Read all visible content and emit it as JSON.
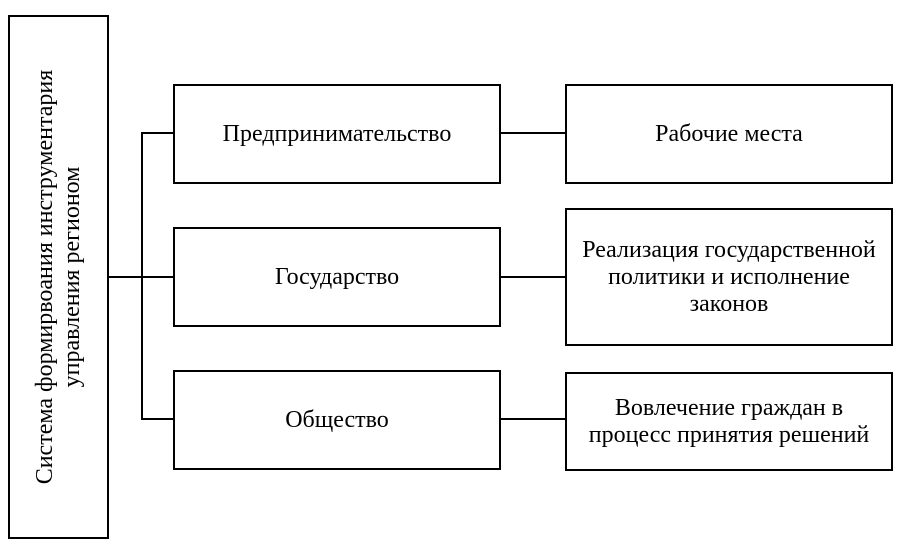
{
  "root": "Система формирвоания инструментария управления регионом",
  "actors": [
    {
      "label": "Предпринимательство",
      "outcome": "Рабочие места"
    },
    {
      "label": "Государство",
      "outcome": "Реализация государственной политики и исполнение законов"
    },
    {
      "label": "Общество",
      "outcome": "Вовлечение граждан в процесс принятия решений"
    }
  ]
}
